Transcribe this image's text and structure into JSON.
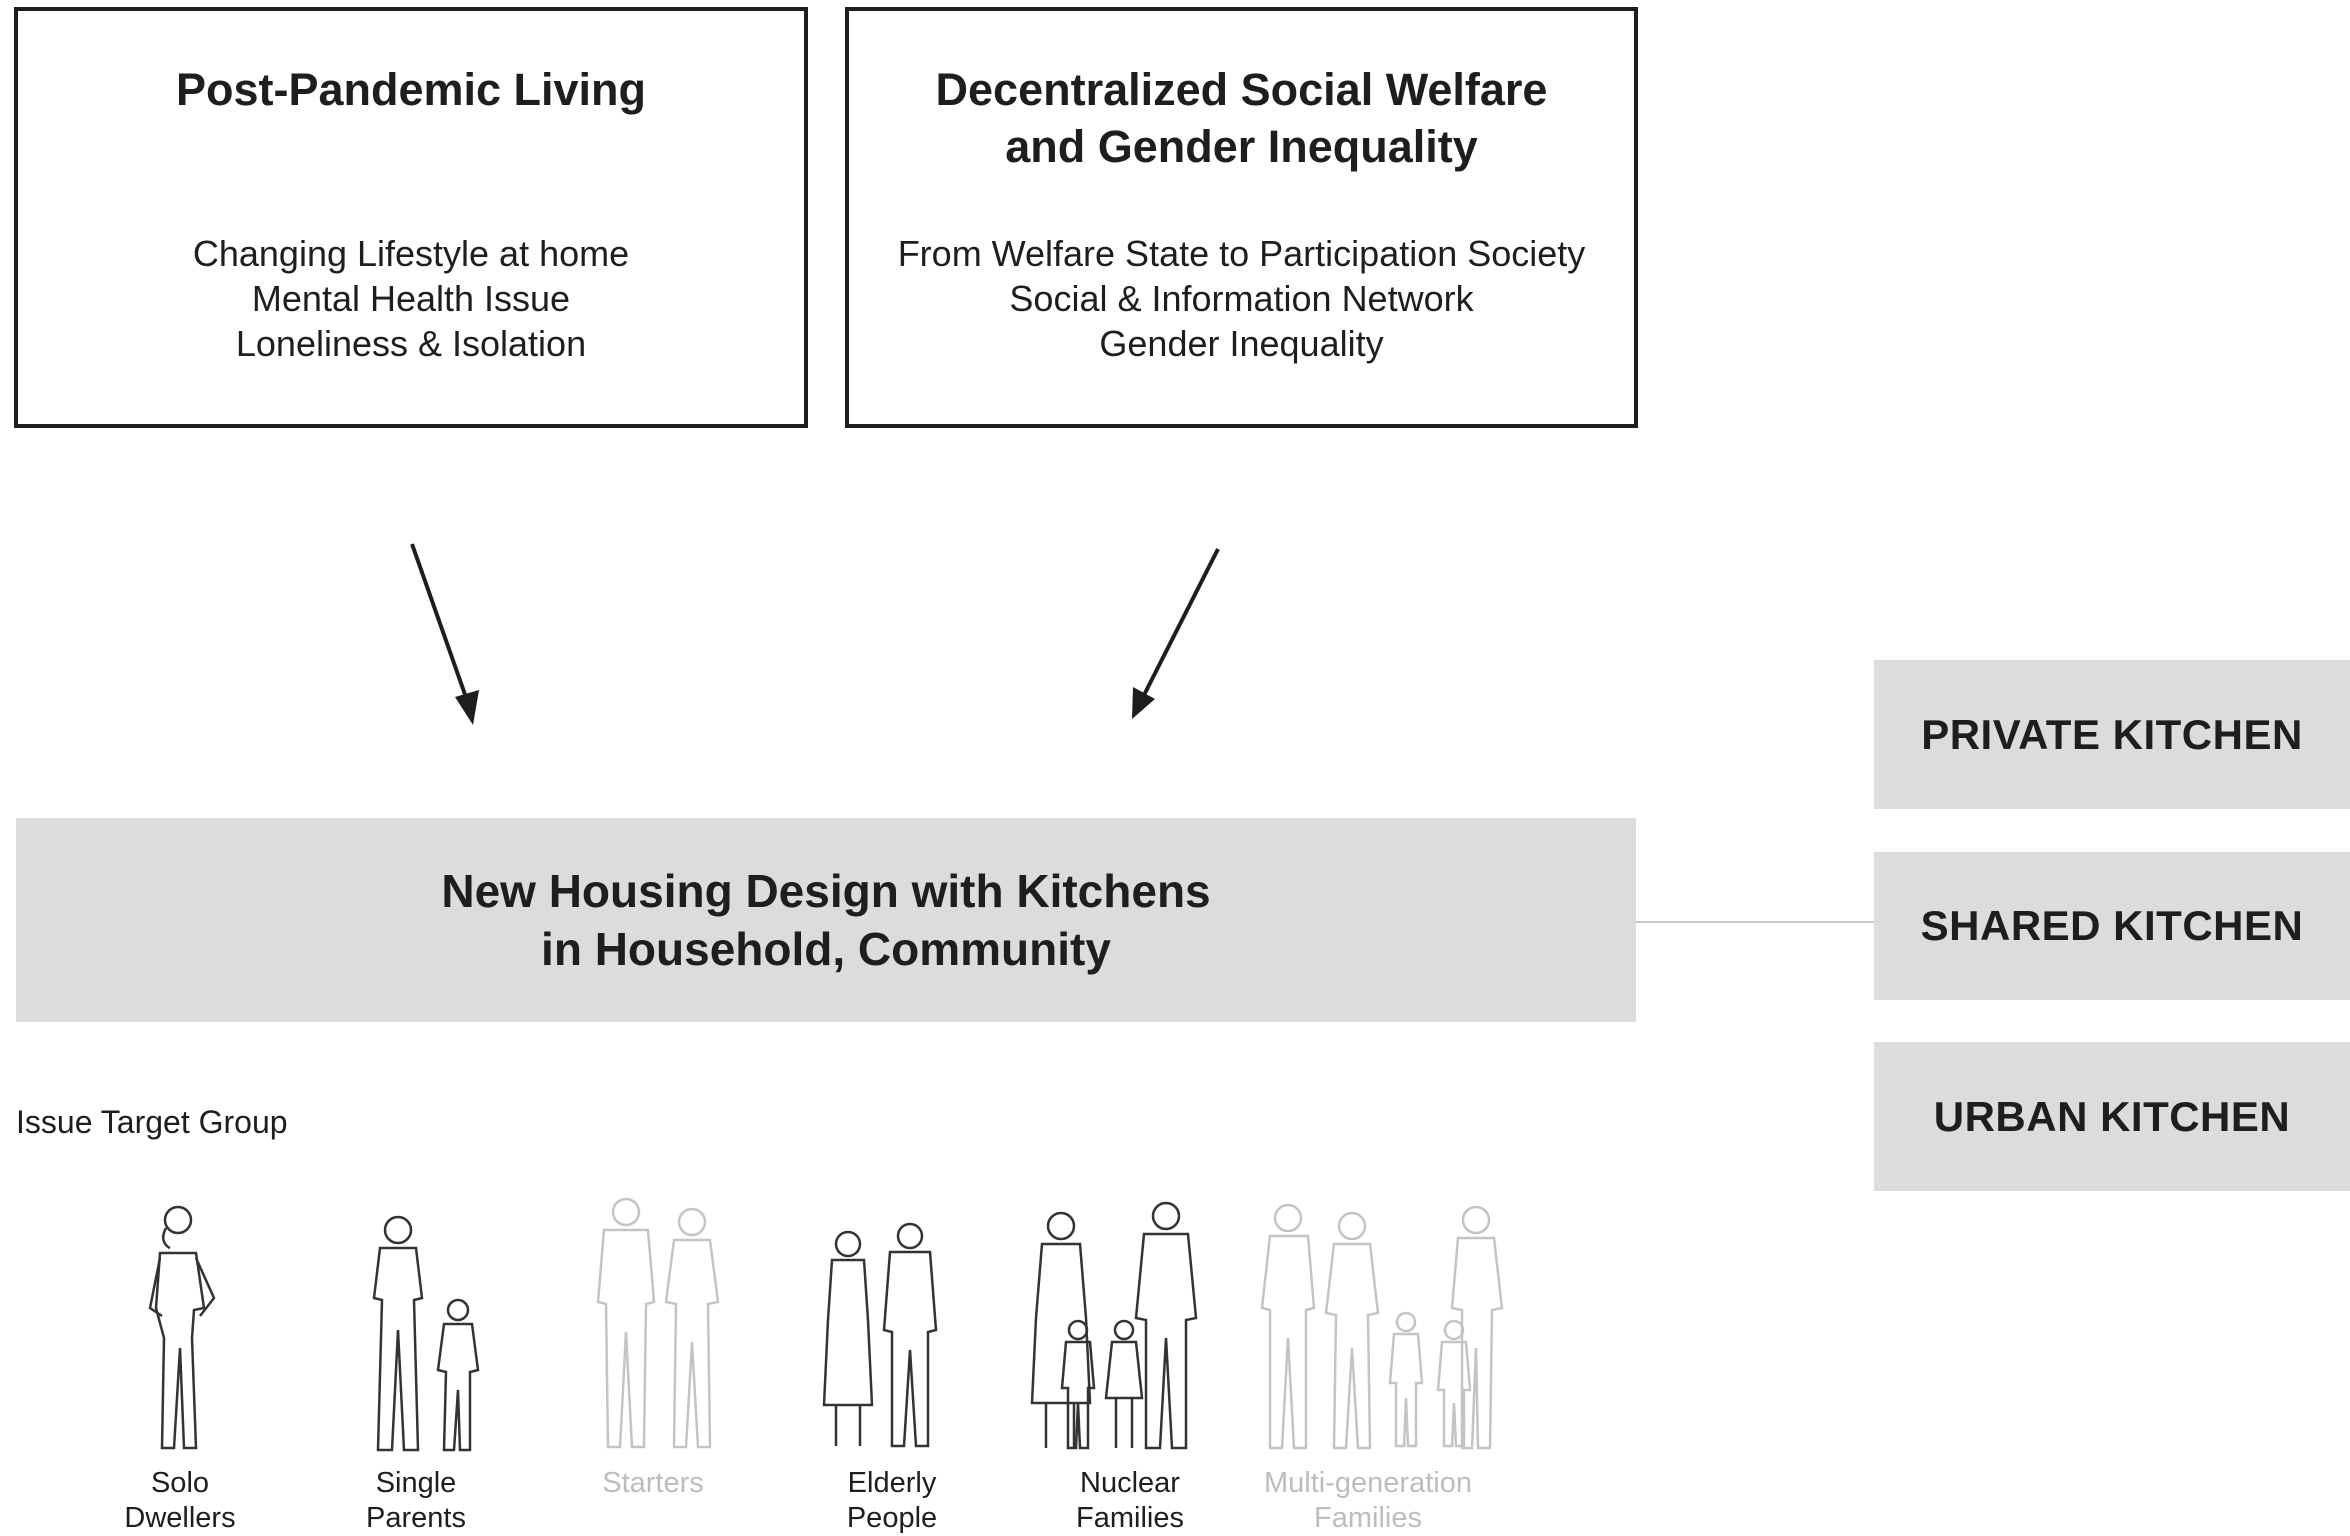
{
  "top_boxes": [
    {
      "title_lines": [
        "Post-Pandemic Living"
      ],
      "items": [
        "Changing Lifestyle at home",
        "Mental Health Issue",
        "Loneliness & Isolation"
      ]
    },
    {
      "title_lines": [
        "Decentralized Social Welfare",
        "and Gender Inequality"
      ],
      "items": [
        "From Welfare State to Participation Society",
        "Social & Information Network",
        "Gender Inequality"
      ]
    }
  ],
  "central": {
    "title_lines": [
      "New Housing Design with Kitchens",
      "in Household, Community"
    ]
  },
  "kitchens": [
    "PRIVATE KITCHEN",
    "SHARED KITCHEN",
    "URBAN KITCHEN"
  ],
  "target_group": {
    "heading": "Issue Target Group",
    "groups": [
      {
        "label_lines": [
          "Solo",
          "Dwellers"
        ],
        "highlighted": true,
        "figure_icon": "single-adult-figure-icon"
      },
      {
        "label_lines": [
          "Single",
          "Parents"
        ],
        "highlighted": true,
        "figure_icon": "adult-and-child-figure-icon"
      },
      {
        "label_lines": [
          "Starters"
        ],
        "highlighted": false,
        "figure_icon": "couple-figure-icon"
      },
      {
        "label_lines": [
          "Elderly",
          "People"
        ],
        "highlighted": true,
        "figure_icon": "elderly-couple-figure-icon"
      },
      {
        "label_lines": [
          "Nuclear",
          "Families"
        ],
        "highlighted": true,
        "figure_icon": "family-figure-icon"
      },
      {
        "label_lines": [
          "Multi-generation",
          "Families"
        ],
        "highlighted": false,
        "figure_icon": "multigeneration-family-figure-icon"
      }
    ]
  },
  "colors": {
    "ink": "#1e1e1e",
    "box_fill": "#dcdcdc",
    "faded": "#bdbdbd",
    "connector": "#c8c8c8"
  }
}
